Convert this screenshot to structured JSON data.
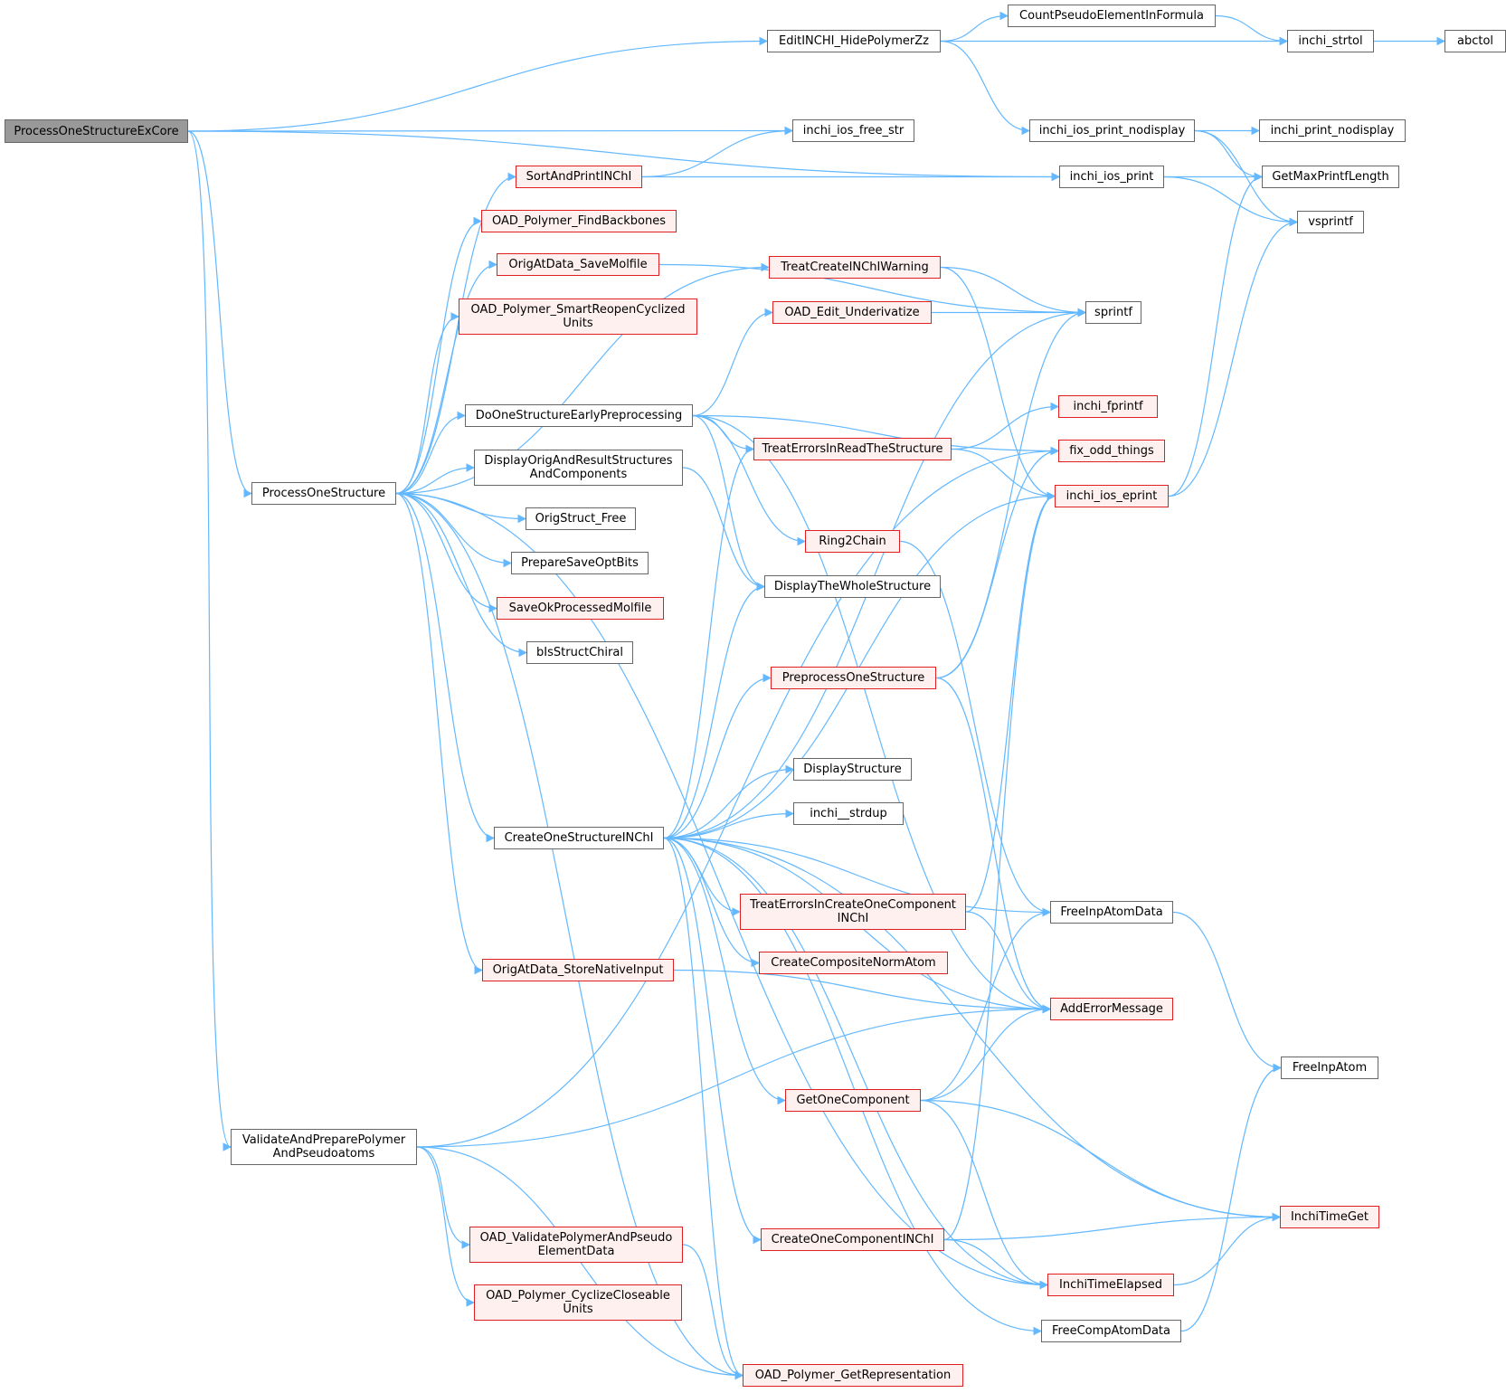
{
  "theme": {
    "edge_color": "#63b8ff",
    "node_border": "#666666",
    "red_border": "#e02020",
    "red_fill": "#fff0f0",
    "root_fill": "#999999"
  },
  "nodes": {
    "ProcessOneStructureExCore": [
      "ProcessOneStructureExCore"
    ],
    "EditINCHI_HidePolymerZz": [
      "EditINCHI_HidePolymerZz"
    ],
    "CountPseudoElementInFormula": [
      "CountPseudoElementInFormula"
    ],
    "inchi_strtol": [
      "inchi_strtol"
    ],
    "abctol": [
      "abctol"
    ],
    "inchi_ios_free_str": [
      "inchi_ios_free_str"
    ],
    "inchi_ios_print_nodisplay": [
      "inchi_ios_print_nodisplay"
    ],
    "inchi_print_nodisplay": [
      "inchi_print_nodisplay"
    ],
    "SortAndPrintINChI": [
      "SortAndPrintINChI"
    ],
    "inchi_ios_print": [
      "inchi_ios_print"
    ],
    "GetMaxPrintfLength": [
      "GetMaxPrintfLength"
    ],
    "vsprintf": [
      "vsprintf"
    ],
    "OAD_Polymer_FindBackbones": [
      "OAD_Polymer_FindBackbones"
    ],
    "OrigAtData_SaveMolfile": [
      "OrigAtData_SaveMolfile"
    ],
    "TreatCreateINChIWarning": [
      "TreatCreateINChIWarning"
    ],
    "OAD_Polymer_SmartReopenCyclizedUnits": [
      "OAD_Polymer_SmartReopenCyclized",
      "Units"
    ],
    "OAD_Edit_Underivatize": [
      "OAD_Edit_Underivatize"
    ],
    "sprintf": [
      "sprintf"
    ],
    "inchi_fprintf": [
      "inchi_fprintf"
    ],
    "DoOneStructureEarlyPreprocessing": [
      "DoOneStructureEarlyPreprocessing"
    ],
    "TreatErrorsInReadTheStructure": [
      "TreatErrorsInReadTheStructure"
    ],
    "fix_odd_things": [
      "fix_odd_things"
    ],
    "DisplayOrigAndResultStructuresAndComponents": [
      "DisplayOrigAndResultStructures",
      "AndComponents"
    ],
    "ProcessOneStructure": [
      "ProcessOneStructure"
    ],
    "inchi_ios_eprint": [
      "inchi_ios_eprint"
    ],
    "OrigStruct_Free": [
      "OrigStruct_Free"
    ],
    "Ring2Chain": [
      "Ring2Chain"
    ],
    "PrepareSaveOptBits": [
      "PrepareSaveOptBits"
    ],
    "DisplayTheWholeStructure": [
      "DisplayTheWholeStructure"
    ],
    "SaveOkProcessedMolfile": [
      "SaveOkProcessedMolfile"
    ],
    "bIsStructChiral": [
      "bIsStructChiral"
    ],
    "PreprocessOneStructure": [
      "PreprocessOneStructure"
    ],
    "DisplayStructure": [
      "DisplayStructure"
    ],
    "inchi__strdup": [
      "inchi__strdup"
    ],
    "CreateOneStructureINChI": [
      "CreateOneStructureINChI"
    ],
    "TreatErrorsInCreateOneComponentINChI": [
      "TreatErrorsInCreateOneComponent",
      "INChI"
    ],
    "FreeInpAtomData": [
      "FreeInpAtomData"
    ],
    "CreateCompositeNormAtom": [
      "CreateCompositeNormAtom"
    ],
    "OrigAtData_StoreNativeInput": [
      "OrigAtData_StoreNativeInput"
    ],
    "AddErrorMessage": [
      "AddErrorMessage"
    ],
    "FreeInpAtom": [
      "FreeInpAtom"
    ],
    "GetOneComponent": [
      "GetOneComponent"
    ],
    "ValidateAndPreparePolymerAndPseudoatoms": [
      "ValidateAndPreparePolymer",
      "AndPseudoatoms"
    ],
    "InchiTimeGet": [
      "InchiTimeGet"
    ],
    "OAD_ValidatePolymerAndPseudoElementData": [
      "OAD_ValidatePolymerAndPseudo",
      "ElementData"
    ],
    "CreateOneComponentINChI": [
      "CreateOneComponentINChI"
    ],
    "InchiTimeElapsed": [
      "InchiTimeElapsed"
    ],
    "OAD_Polymer_CyclizeCloseableUnits": [
      "OAD_Polymer_CyclizeCloseable",
      "Units"
    ],
    "FreeCompAtomData": [
      "FreeCompAtomData"
    ],
    "OAD_Polymer_GetRepresentation": [
      "OAD_Polymer_GetRepresentation"
    ]
  },
  "edges": [
    [
      "ProcessOneStructureExCore",
      "EditINCHI_HidePolymerZz"
    ],
    [
      "ProcessOneStructureExCore",
      "inchi_ios_free_str"
    ],
    [
      "ProcessOneStructureExCore",
      "inchi_ios_print"
    ],
    [
      "ProcessOneStructureExCore",
      "ProcessOneStructure"
    ],
    [
      "ProcessOneStructureExCore",
      "ValidateAndPreparePolymerAndPseudoatoms"
    ],
    [
      "EditINCHI_HidePolymerZz",
      "CountPseudoElementInFormula"
    ],
    [
      "EditINCHI_HidePolymerZz",
      "inchi_strtol"
    ],
    [
      "EditINCHI_HidePolymerZz",
      "inchi_ios_print_nodisplay"
    ],
    [
      "CountPseudoElementInFormula",
      "inchi_strtol"
    ],
    [
      "inchi_strtol",
      "abctol"
    ],
    [
      "inchi_ios_print_nodisplay",
      "inchi_print_nodisplay"
    ],
    [
      "inchi_ios_print_nodisplay",
      "GetMaxPrintfLength"
    ],
    [
      "inchi_ios_print_nodisplay",
      "vsprintf"
    ],
    [
      "inchi_ios_print",
      "GetMaxPrintfLength"
    ],
    [
      "inchi_ios_print",
      "vsprintf"
    ],
    [
      "SortAndPrintINChI",
      "inchi_ios_free_str"
    ],
    [
      "SortAndPrintINChI",
      "inchi_ios_print"
    ],
    [
      "ProcessOneStructure",
      "SortAndPrintINChI"
    ],
    [
      "ProcessOneStructure",
      "OAD_Polymer_FindBackbones"
    ],
    [
      "ProcessOneStructure",
      "OrigAtData_SaveMolfile"
    ],
    [
      "ProcessOneStructure",
      "OAD_Polymer_SmartReopenCyclizedUnits"
    ],
    [
      "ProcessOneStructure",
      "TreatCreateINChIWarning"
    ],
    [
      "ProcessOneStructure",
      "DoOneStructureEarlyPreprocessing"
    ],
    [
      "ProcessOneStructure",
      "DisplayOrigAndResultStructuresAndComponents"
    ],
    [
      "ProcessOneStructure",
      "OrigStruct_Free"
    ],
    [
      "ProcessOneStructure",
      "PrepareSaveOptBits"
    ],
    [
      "ProcessOneStructure",
      "SaveOkProcessedMolfile"
    ],
    [
      "ProcessOneStructure",
      "bIsStructChiral"
    ],
    [
      "ProcessOneStructure",
      "CreateOneStructureINChI"
    ],
    [
      "ProcessOneStructure",
      "OrigAtData_StoreNativeInput"
    ],
    [
      "ProcessOneStructure",
      "InchiTimeElapsed"
    ],
    [
      "ProcessOneStructure",
      "OAD_Polymer_GetRepresentation"
    ],
    [
      "OrigAtData_SaveMolfile",
      "sprintf"
    ],
    [
      "TreatCreateINChIWarning",
      "sprintf"
    ],
    [
      "TreatCreateINChIWarning",
      "inchi_ios_eprint"
    ],
    [
      "OAD_Edit_Underivatize",
      "sprintf"
    ],
    [
      "DoOneStructureEarlyPreprocessing",
      "OAD_Edit_Underivatize"
    ],
    [
      "DoOneStructureEarlyPreprocessing",
      "TreatErrorsInReadTheStructure"
    ],
    [
      "DoOneStructureEarlyPreprocessing",
      "fix_odd_things"
    ],
    [
      "DoOneStructureEarlyPreprocessing",
      "Ring2Chain"
    ],
    [
      "DoOneStructureEarlyPreprocessing",
      "DisplayTheWholeStructure"
    ],
    [
      "DoOneStructureEarlyPreprocessing",
      "AddErrorMessage"
    ],
    [
      "TreatErrorsInReadTheStructure",
      "inchi_fprintf"
    ],
    [
      "TreatErrorsInReadTheStructure",
      "inchi_ios_eprint"
    ],
    [
      "DisplayOrigAndResultStructuresAndComponents",
      "DisplayTheWholeStructure"
    ],
    [
      "inchi_ios_eprint",
      "GetMaxPrintfLength"
    ],
    [
      "inchi_ios_eprint",
      "vsprintf"
    ],
    [
      "Ring2Chain",
      "FreeInpAtomData"
    ],
    [
      "PreprocessOneStructure",
      "sprintf"
    ],
    [
      "PreprocessOneStructure",
      "fix_odd_things"
    ],
    [
      "PreprocessOneStructure",
      "AddErrorMessage"
    ],
    [
      "CreateOneStructureINChI",
      "sprintf"
    ],
    [
      "CreateOneStructureINChI",
      "TreatErrorsInReadTheStructure"
    ],
    [
      "CreateOneStructureINChI",
      "inchi_ios_eprint"
    ],
    [
      "CreateOneStructureINChI",
      "DisplayTheWholeStructure"
    ],
    [
      "CreateOneStructureINChI",
      "PreprocessOneStructure"
    ],
    [
      "CreateOneStructureINChI",
      "DisplayStructure"
    ],
    [
      "CreateOneStructureINChI",
      "inchi__strdup"
    ],
    [
      "CreateOneStructureINChI",
      "TreatErrorsInCreateOneComponentINChI"
    ],
    [
      "CreateOneStructureINChI",
      "FreeInpAtomData"
    ],
    [
      "CreateOneStructureINChI",
      "CreateCompositeNormAtom"
    ],
    [
      "CreateOneStructureINChI",
      "AddErrorMessage"
    ],
    [
      "CreateOneStructureINChI",
      "GetOneComponent"
    ],
    [
      "CreateOneStructureINChI",
      "InchiTimeGet"
    ],
    [
      "CreateOneStructureINChI",
      "CreateOneComponentINChI"
    ],
    [
      "CreateOneStructureINChI",
      "InchiTimeElapsed"
    ],
    [
      "CreateOneStructureINChI",
      "FreeCompAtomData"
    ],
    [
      "CreateOneStructureINChI",
      "OAD_Polymer_GetRepresentation"
    ],
    [
      "TreatErrorsInCreateOneComponentINChI",
      "inchi_ios_eprint"
    ],
    [
      "TreatErrorsInCreateOneComponentINChI",
      "AddErrorMessage"
    ],
    [
      "FreeInpAtomData",
      "FreeInpAtom"
    ],
    [
      "OrigAtData_StoreNativeInput",
      "AddErrorMessage"
    ],
    [
      "GetOneComponent",
      "FreeInpAtomData"
    ],
    [
      "GetOneComponent",
      "AddErrorMessage"
    ],
    [
      "GetOneComponent",
      "InchiTimeGet"
    ],
    [
      "GetOneComponent",
      "InchiTimeElapsed"
    ],
    [
      "ValidateAndPreparePolymerAndPseudoatoms",
      "fix_odd_things"
    ],
    [
      "ValidateAndPreparePolymerAndPseudoatoms",
      "AddErrorMessage"
    ],
    [
      "ValidateAndPreparePolymerAndPseudoatoms",
      "OAD_ValidatePolymerAndPseudoElementData"
    ],
    [
      "ValidateAndPreparePolymerAndPseudoatoms",
      "OAD_Polymer_CyclizeCloseableUnits"
    ],
    [
      "ValidateAndPreparePolymerAndPseudoatoms",
      "OAD_Polymer_GetRepresentation"
    ],
    [
      "OAD_ValidatePolymerAndPseudoElementData",
      "OAD_Polymer_GetRepresentation"
    ],
    [
      "CreateOneComponentINChI",
      "inchi_ios_eprint"
    ],
    [
      "CreateOneComponentINChI",
      "InchiTimeGet"
    ],
    [
      "CreateOneComponentINChI",
      "InchiTimeElapsed"
    ],
    [
      "InchiTimeElapsed",
      "InchiTimeGet"
    ],
    [
      "FreeCompAtomData",
      "FreeInpAtom"
    ]
  ]
}
